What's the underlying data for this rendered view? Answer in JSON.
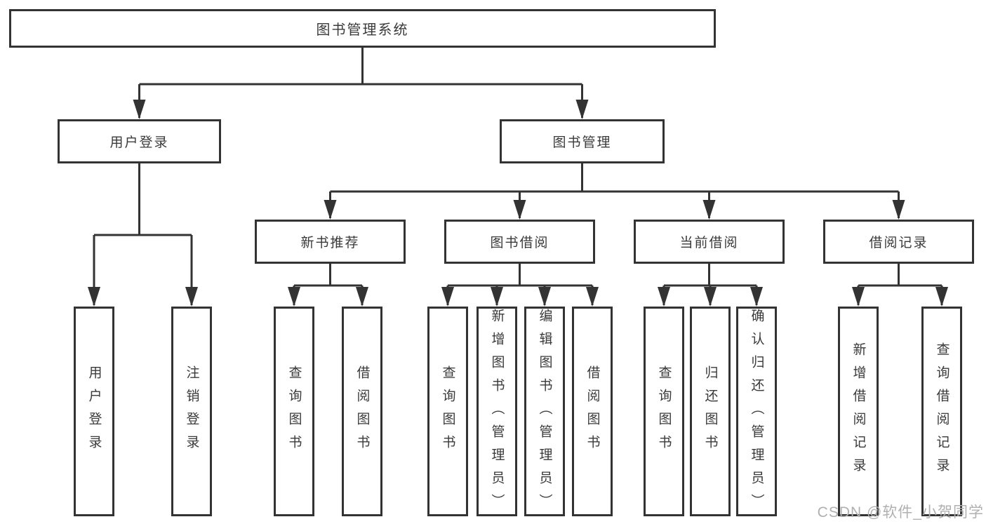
{
  "colors": {
    "line": "#333333",
    "text": "#3a3a3a",
    "watermark": "#b0b0b0",
    "canvas": "#ffffff"
  },
  "watermark": {
    "text": "CSDN @软件_小贺同学"
  },
  "tree": {
    "label": "图书管理系统",
    "children": [
      {
        "label": "用户登录",
        "children": [
          {
            "label": "用户登录"
          },
          {
            "label": "注销登录"
          }
        ]
      },
      {
        "label": "图书管理",
        "children": [
          {
            "label": "新书推荐",
            "children": [
              {
                "label": "查询图书"
              },
              {
                "label": "借阅图书"
              }
            ]
          },
          {
            "label": "图书借阅",
            "children": [
              {
                "label": "查询图书"
              },
              {
                "label": "新增图书（管理员）"
              },
              {
                "label": "编辑图书（管理员）"
              },
              {
                "label": "借阅图书"
              }
            ]
          },
          {
            "label": "当前借阅",
            "children": [
              {
                "label": "查询图书"
              },
              {
                "label": "归还图书"
              },
              {
                "label": "确认归还（管理员）"
              }
            ]
          },
          {
            "label": "借阅记录",
            "children": [
              {
                "label": "新增借阅记录"
              },
              {
                "label": "查询借阅记录"
              }
            ]
          }
        ]
      }
    ]
  }
}
